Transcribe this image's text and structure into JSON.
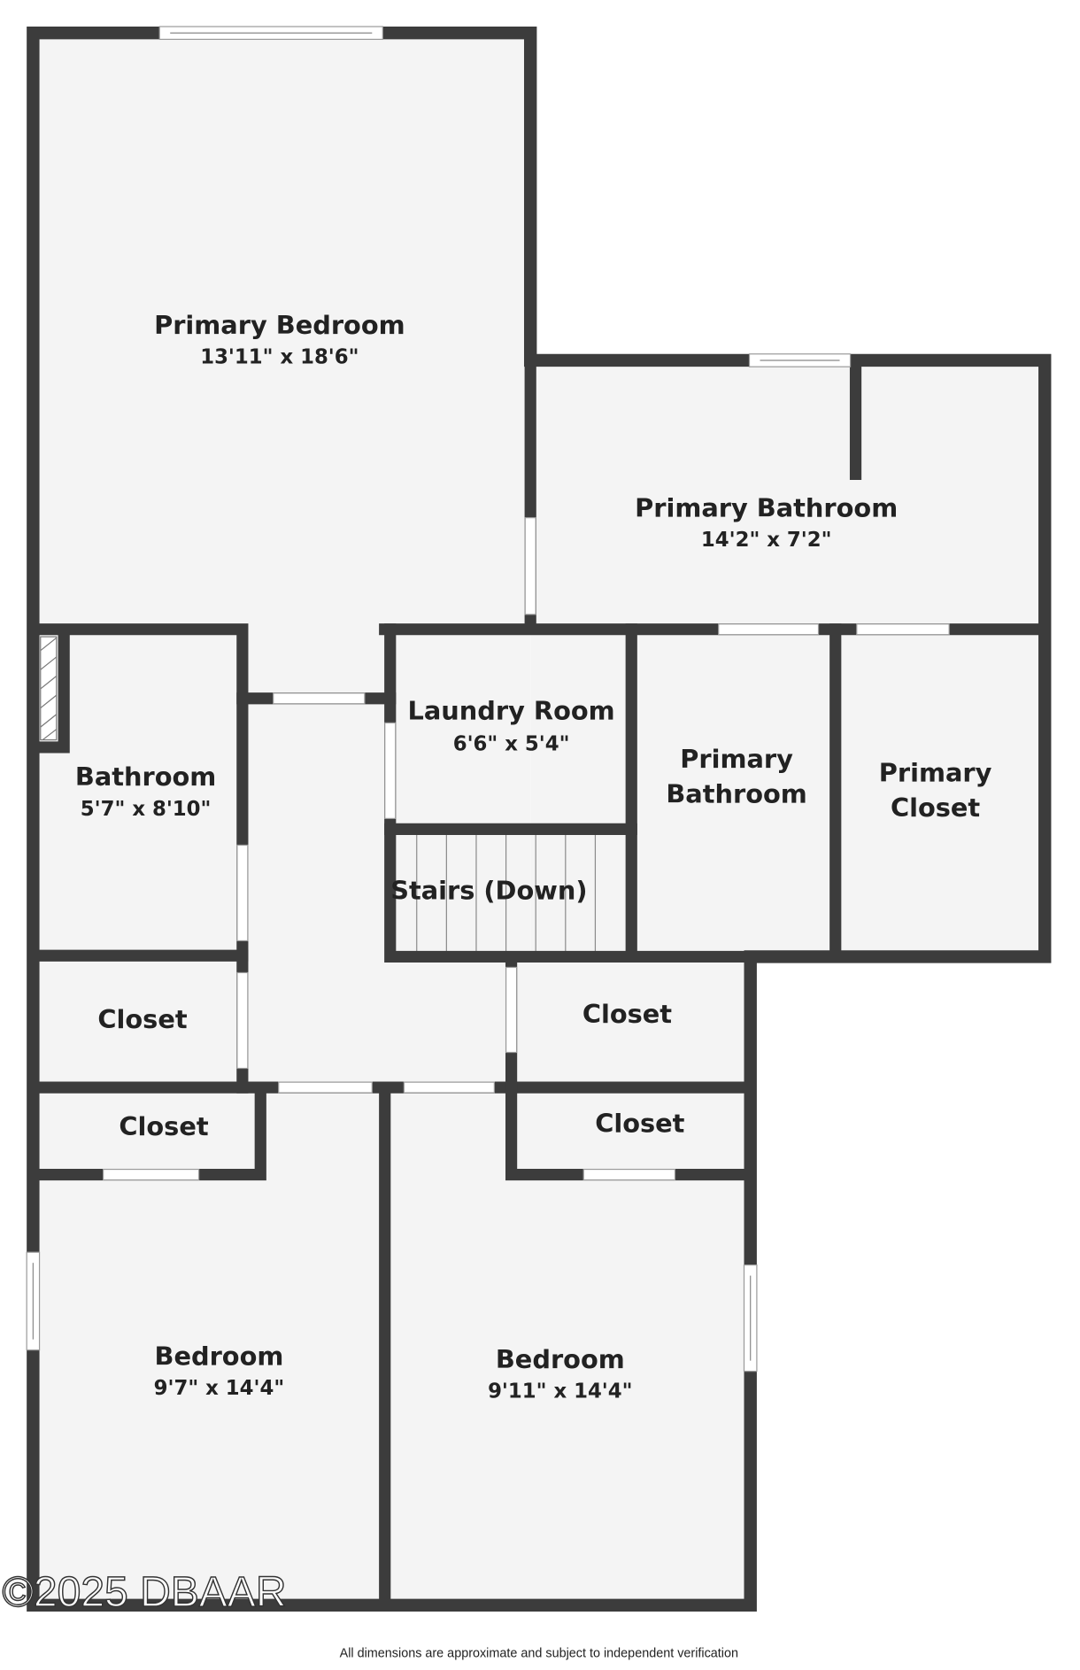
{
  "rooms": {
    "primary_bedroom": {
      "name": "Primary Bedroom",
      "dim": "13'11\" x 18'6\""
    },
    "primary_bathroom_main": {
      "name": "Primary Bathroom",
      "dim": "14'2\" x 7'2\""
    },
    "laundry": {
      "name": "Laundry Room",
      "dim": "6'6\" x 5'4\""
    },
    "primary_bathroom_2": {
      "line1": "Primary",
      "line2": "Bathroom"
    },
    "primary_closet": {
      "line1": "Primary",
      "line2": "Closet"
    },
    "bathroom": {
      "name": "Bathroom",
      "dim": "5'7\" x 8'10\""
    },
    "stairs": {
      "name": "Stairs (Down)"
    },
    "closet_left_1": {
      "name": "Closet"
    },
    "closet_right_1": {
      "name": "Closet"
    },
    "closet_left_2": {
      "name": "Closet"
    },
    "closet_right_2": {
      "name": "Closet"
    },
    "bedroom_left": {
      "name": "Bedroom",
      "dim": "9'7\" x 14'4\""
    },
    "bedroom_right": {
      "name": "Bedroom",
      "dim": "9'11\" x 14'4\""
    }
  },
  "watermark": "©2025 DBAAR",
  "footer": "All dimensions are approximate and subject to independent verification",
  "colors": {
    "wall": "#3c3c3c",
    "floor": "#f4f4f4"
  }
}
